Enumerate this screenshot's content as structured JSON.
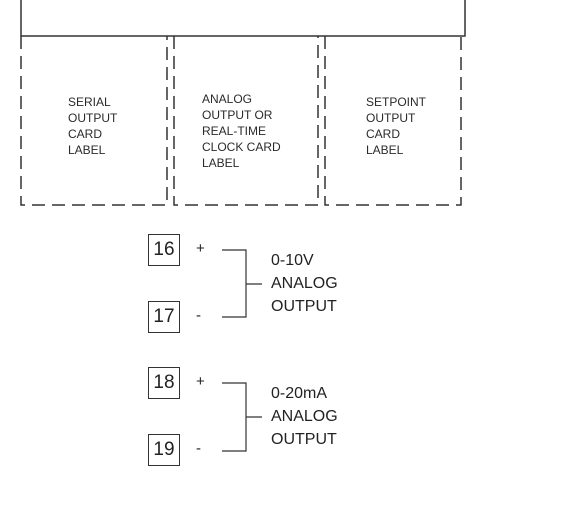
{
  "card_labels": {
    "serial": [
      "SERIAL",
      "OUTPUT",
      "CARD",
      "LABEL"
    ],
    "analog": [
      "ANALOG",
      "OUTPUT OR",
      "REAL-TIME",
      "CLOCK CARD",
      "LABEL"
    ],
    "setpoint": [
      "SETPOINT",
      "OUTPUT",
      "CARD",
      "LABEL"
    ]
  },
  "terminals": [
    {
      "number": "16",
      "sign": "+"
    },
    {
      "number": "17",
      "sign": "-"
    },
    {
      "number": "18",
      "sign": "+"
    },
    {
      "number": "19",
      "sign": "-"
    }
  ],
  "outputs": [
    {
      "lines": [
        "0-10V",
        "ANALOG",
        "OUTPUT"
      ]
    },
    {
      "lines": [
        "0-20mA",
        "ANALOG",
        "OUTPUT"
      ]
    }
  ]
}
